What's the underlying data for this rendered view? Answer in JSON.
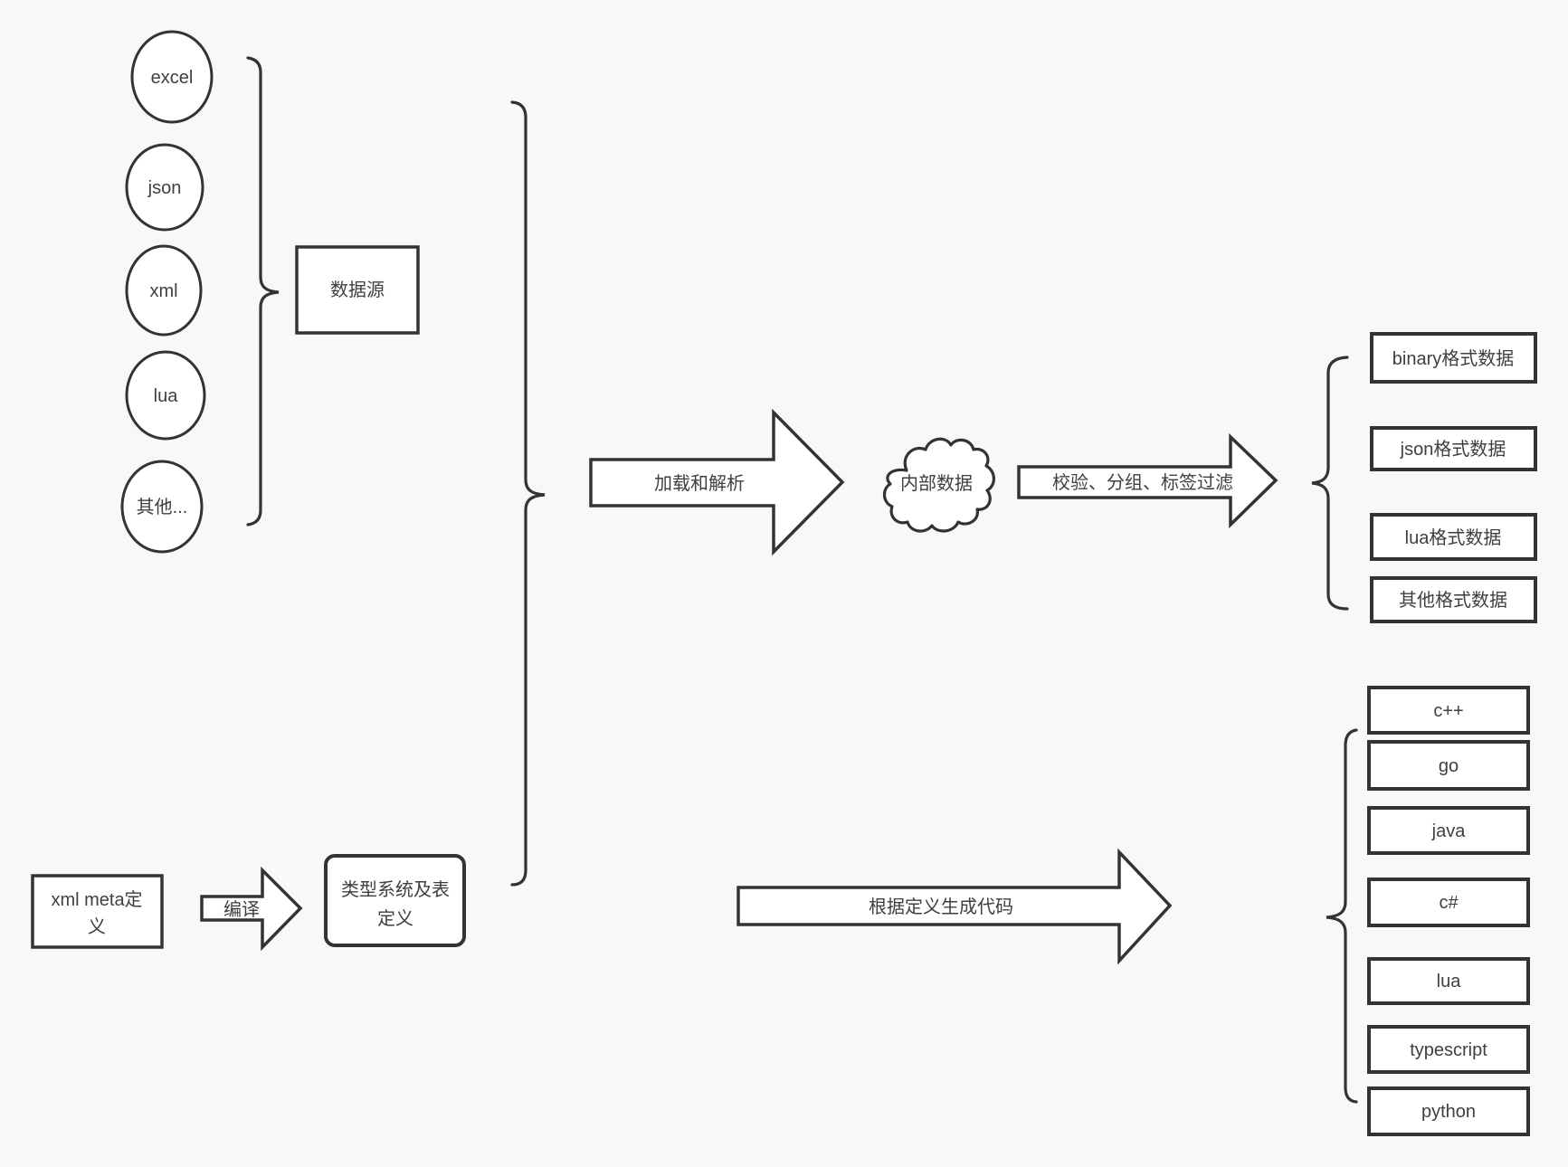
{
  "style": {
    "background": "#f8f8f8",
    "stroke": "#333333",
    "shape_fill": "#ffffff",
    "text_color": "#3f3f3f"
  },
  "sources": {
    "group_label": "数据源",
    "items": [
      {
        "label": "excel"
      },
      {
        "label": "json"
      },
      {
        "label": "xml"
      },
      {
        "label": "lua"
      },
      {
        "label": "其他..."
      }
    ]
  },
  "pipeline": {
    "load_parse_arrow": "加载和解析",
    "internal_data": "内部数据",
    "filter_arrow": "校验、分组、标签过滤"
  },
  "outputs": {
    "formats": [
      {
        "label": "binary格式数据"
      },
      {
        "label": "json格式数据"
      },
      {
        "label": "lua格式数据"
      },
      {
        "label": "其他格式数据"
      }
    ]
  },
  "codegen": {
    "xml_meta": {
      "line1": "xml meta定",
      "line2": "义"
    },
    "compile_arrow": "编译",
    "type_system": {
      "line1": "类型系统及表",
      "line2": "定义"
    },
    "generate_arrow": "根据定义生成代码",
    "languages": [
      {
        "label": "c++"
      },
      {
        "label": "go"
      },
      {
        "label": "java"
      },
      {
        "label": "c#"
      },
      {
        "label": "lua"
      },
      {
        "label": "typescript"
      },
      {
        "label": "python"
      }
    ]
  }
}
